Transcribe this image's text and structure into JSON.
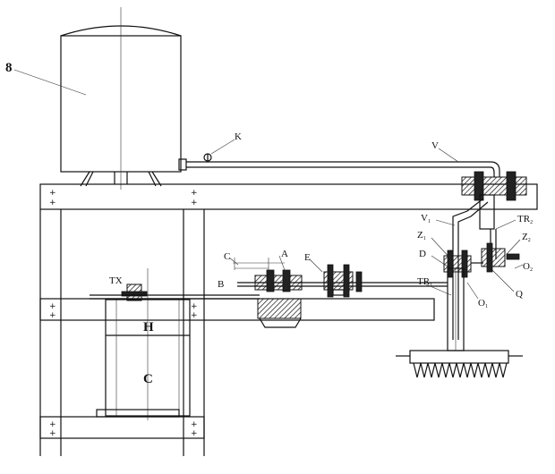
{
  "labels": {
    "tank": "8",
    "valve_k": "K",
    "line_v": "V",
    "line_v1": "V",
    "line_v1_sub": "1",
    "tr2": "TR",
    "tr2_sub": "2",
    "z1": "Z",
    "z1_sub": "1",
    "z2": "Z",
    "z2_sub": "2",
    "d": "D",
    "tr1": "TR",
    "tr1_sub": "1",
    "o2": "O",
    "o2_sub": "2",
    "q": "Q",
    "o1": "O",
    "o1_sub": "1",
    "c_top": "C",
    "a": "A",
    "e": "E",
    "b": "B",
    "tx": "TX",
    "h": "H",
    "c_box": "C"
  }
}
